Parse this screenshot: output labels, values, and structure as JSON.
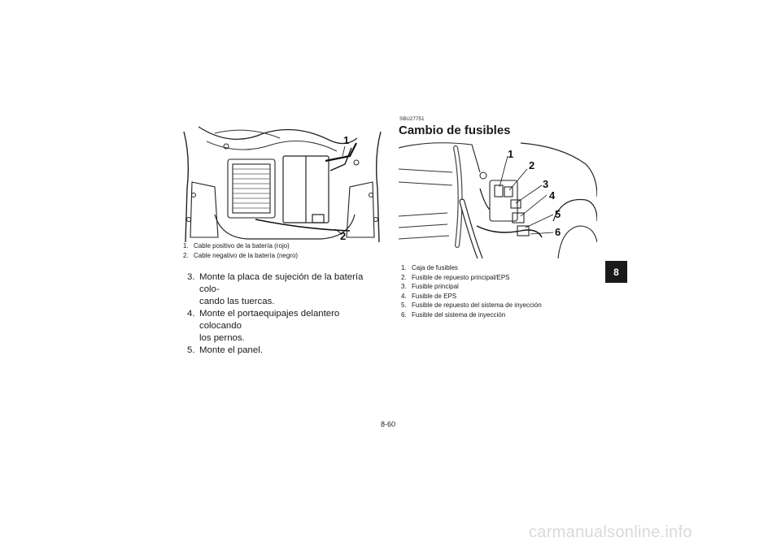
{
  "left_figure": {
    "callouts": [
      "1",
      "2"
    ],
    "captions": [
      {
        "num": "1.",
        "text": "Cable positivo de la batería (rojo)"
      },
      {
        "num": "2.",
        "text": "Cable negativo de la batería (negro)"
      }
    ]
  },
  "steps": [
    {
      "num": "3.",
      "lines": [
        "Monte la placa de sujeción de la batería colo-",
        "cando las tuercas."
      ]
    },
    {
      "num": "4.",
      "lines": [
        "Monte el portaequipajes delantero colocando",
        "los pernos."
      ]
    },
    {
      "num": "5.",
      "lines": [
        "Monte el panel."
      ]
    }
  ],
  "section": {
    "code": "SBU27751",
    "title": "Cambio de fusibles"
  },
  "right_figure": {
    "callouts": [
      "1",
      "2",
      "3",
      "4",
      "5",
      "6"
    ],
    "captions": [
      {
        "num": "1.",
        "text": "Caja de fusibles"
      },
      {
        "num": "2.",
        "text": "Fusible de repuesto principal/EPS"
      },
      {
        "num": "3.",
        "text": "Fusible principal"
      },
      {
        "num": "4.",
        "text": "Fusible de EPS"
      },
      {
        "num": "5.",
        "text": "Fusible de repuesto del sistema de inyección"
      },
      {
        "num": "6.",
        "text": "Fusible del sistema de inyección"
      }
    ]
  },
  "chapter_tab": "8",
  "page_number": "8-60",
  "watermark": "carmanualsonline.info"
}
